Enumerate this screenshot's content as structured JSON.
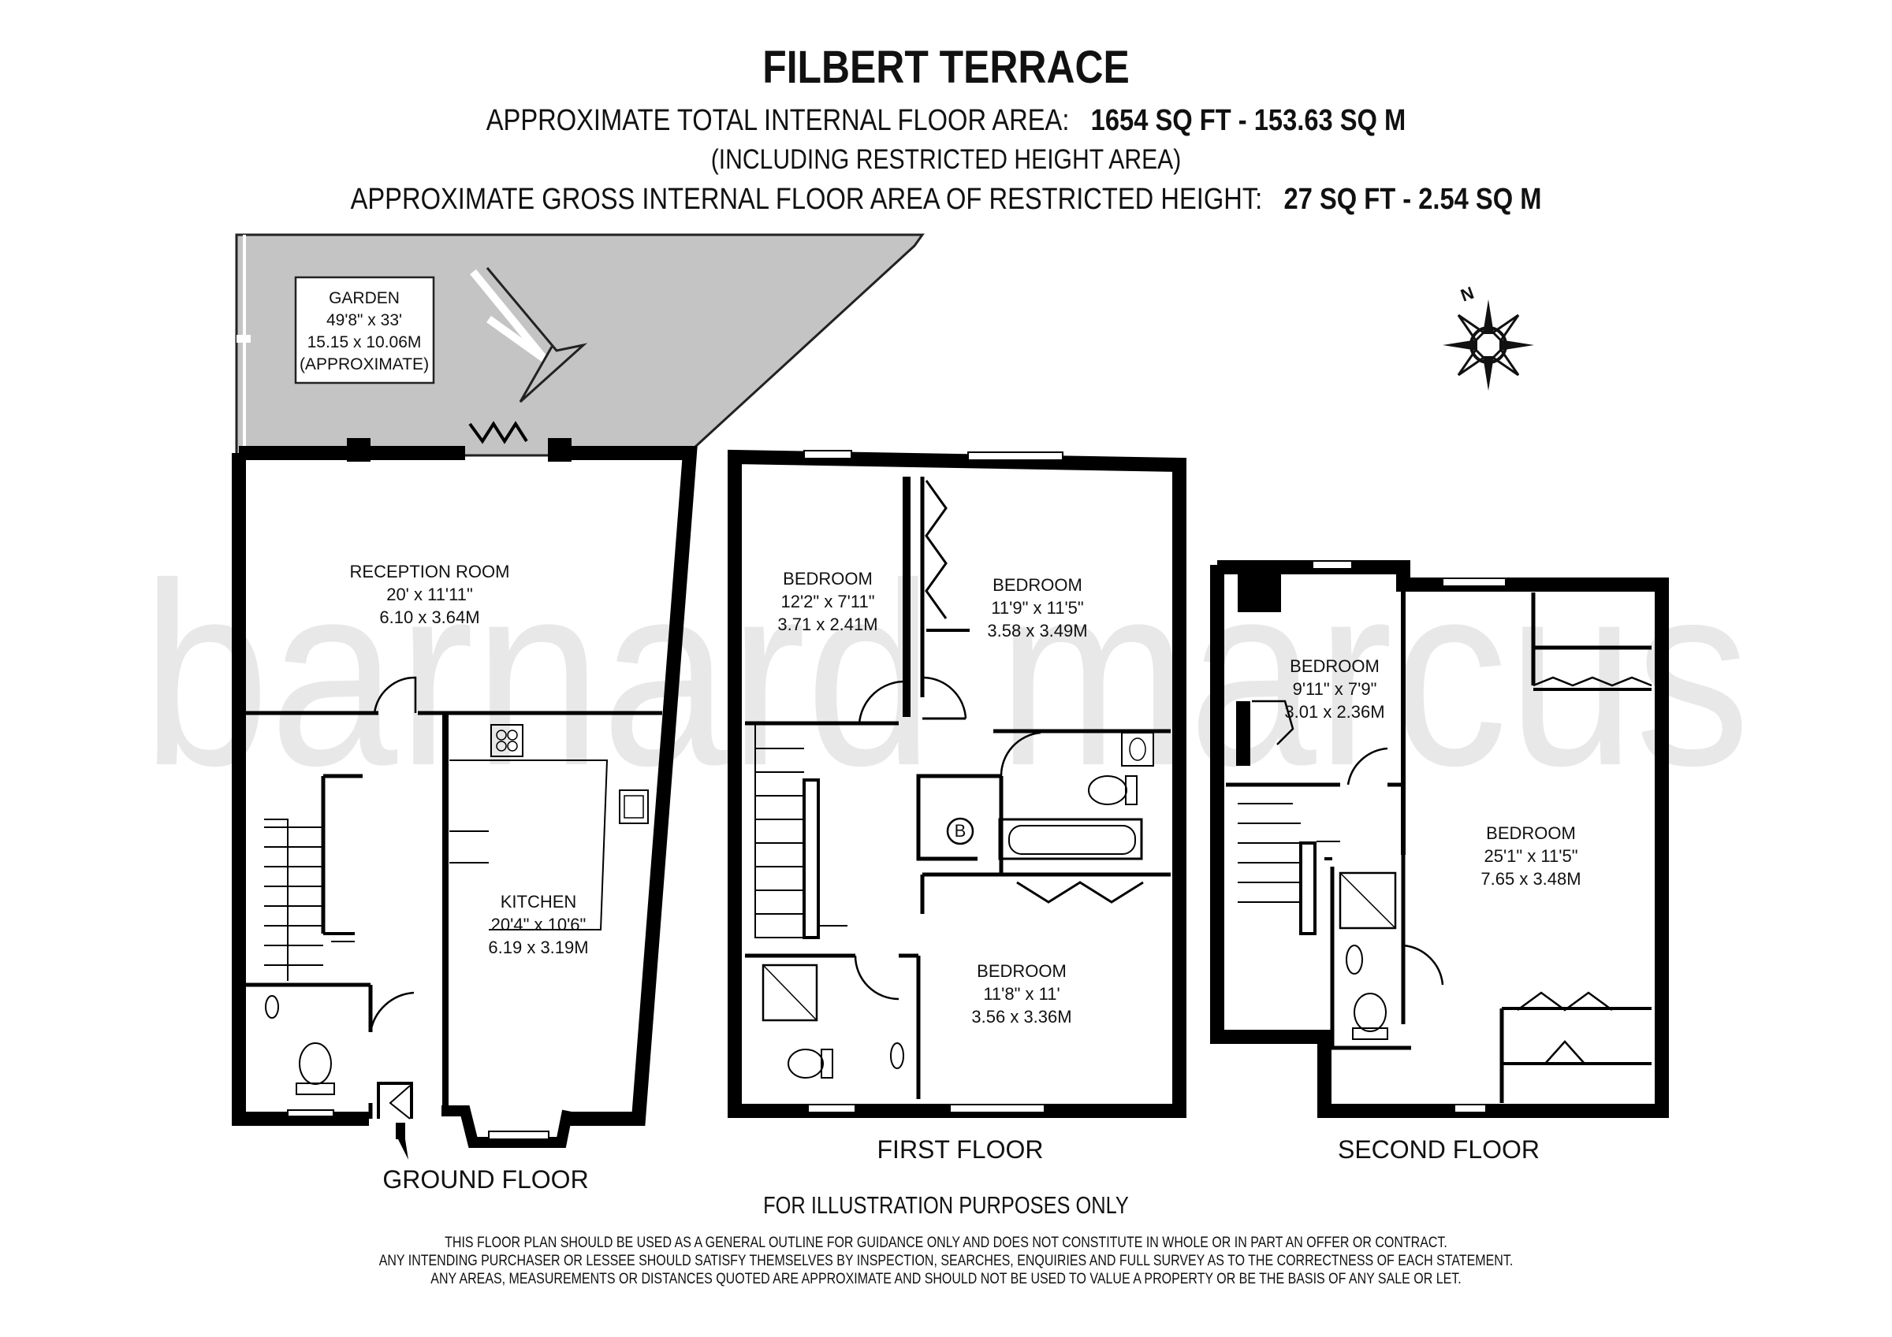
{
  "header": {
    "title": "FILBERT TERRACE",
    "total_area_label": "APPROXIMATE TOTAL INTERNAL FLOOR AREA:",
    "total_area_value": "1654 SQ FT  -  153.63 SQ M",
    "including_note": "(INCLUDING RESTRICTED HEIGHT AREA)",
    "restricted_label": "APPROXIMATE GROSS INTERNAL FLOOR AREA OF RESTRICTED HEIGHT:",
    "restricted_value": "27 SQ FT  -  2.54 SQ M"
  },
  "watermark": "barnard marcus",
  "compass": {
    "north_label": "N",
    "icon": "compass-rose-icon"
  },
  "garden": {
    "name": "GARDEN",
    "imperial": "49'8\" x 33'",
    "metric": "15.15 x 10.06M",
    "note": "(APPROXIMATE)"
  },
  "floors": {
    "ground": {
      "label": "GROUND FLOOR",
      "rooms": [
        {
          "name": "RECEPTION ROOM",
          "imperial": "20' x 11'11\"",
          "metric": "6.10 x 3.64M"
        },
        {
          "name": "KITCHEN",
          "imperial": "20'4\" x 10'6\"",
          "metric": "6.19 x 3.19M"
        }
      ]
    },
    "first": {
      "label": "FIRST FLOOR",
      "boiler": "B",
      "rooms": [
        {
          "name": "BEDROOM",
          "imperial": "12'2\" x 7'11\"",
          "metric": "3.71 x 2.41M"
        },
        {
          "name": "BEDROOM",
          "imperial": "11'9\" x 11'5\"",
          "metric": "3.58 x 3.49M"
        },
        {
          "name": "BEDROOM",
          "imperial": "11'8\" x 11'",
          "metric": "3.56 x 3.36M"
        }
      ]
    },
    "second": {
      "label": "SECOND FLOOR",
      "rooms": [
        {
          "name": "BEDROOM",
          "imperial": "9'11\" x 7'9\"",
          "metric": "3.01 x 2.36M"
        },
        {
          "name": "BEDROOM",
          "imperial": "25'1\" x 11'5\"",
          "metric": "7.65 x 3.48M"
        }
      ]
    }
  },
  "footer": {
    "illustration": "FOR ILLUSTRATION PURPOSES ONLY",
    "disclaimer": [
      "THIS FLOOR PLAN SHOULD BE USED AS A GENERAL OUTLINE FOR GUIDANCE ONLY AND DOES NOT CONSTITUTE IN WHOLE OR IN PART AN OFFER OR CONTRACT.",
      "ANY INTENDING PURCHASER OR LESSEE SHOULD SATISFY THEMSELVES BY INSPECTION, SEARCHES, ENQUIRIES AND FULL SURVEY AS TO THE CORRECTNESS OF EACH STATEMENT.",
      "ANY AREAS, MEASUREMENTS OR DISTANCES QUOTED ARE APPROXIMATE AND SHOULD NOT BE USED TO VALUE A PROPERTY OR BE THE BASIS OF ANY SALE OR LET."
    ]
  },
  "colors": {
    "wall": "#000000",
    "garden_fill": "#c4c4c4",
    "watermark": "#e8e8e8"
  }
}
